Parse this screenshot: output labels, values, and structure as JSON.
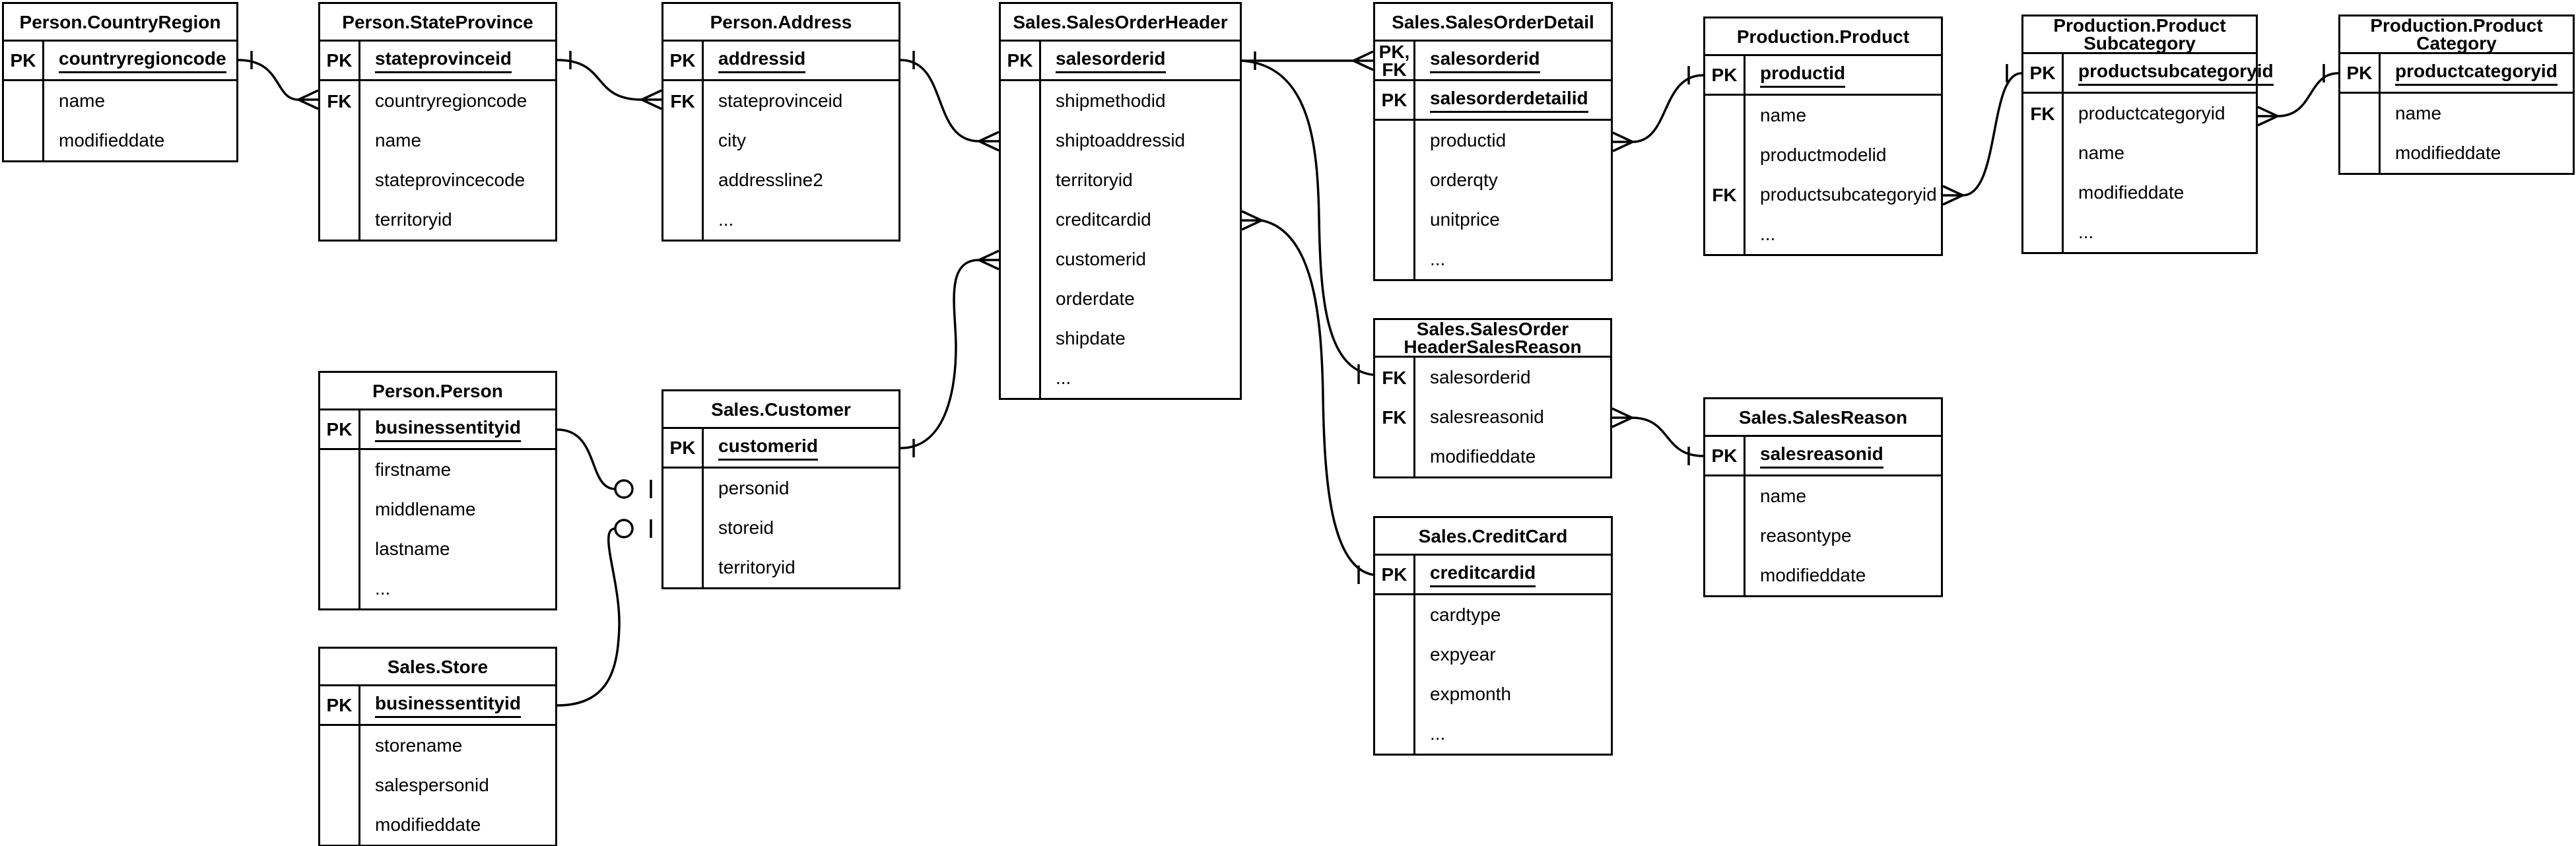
{
  "colors": {
    "line": "#000000",
    "background": "#ffffff",
    "table_bg": "#ffffff",
    "text": "#000000"
  },
  "tables": {
    "country_region": {
      "title": "Person.CountryRegion",
      "rows": [
        {
          "key": "PK",
          "field": "countryregioncode",
          "pk": true,
          "sep": true
        },
        {
          "key": "",
          "field": "name"
        },
        {
          "key": "",
          "field": "modifieddate"
        }
      ]
    },
    "state_province": {
      "title": "Person.StateProvince",
      "rows": [
        {
          "key": "PK",
          "field": "stateprovinceid",
          "pk": true,
          "sep": true
        },
        {
          "key": "FK",
          "field": "countryregioncode"
        },
        {
          "key": "",
          "field": "name"
        },
        {
          "key": "",
          "field": "stateprovincecode"
        },
        {
          "key": "",
          "field": "territoryid"
        }
      ]
    },
    "address": {
      "title": "Person.Address",
      "rows": [
        {
          "key": "PK",
          "field": "addressid",
          "pk": true,
          "sep": true
        },
        {
          "key": "FK",
          "field": "stateprovinceid"
        },
        {
          "key": "",
          "field": "city"
        },
        {
          "key": "",
          "field": "addressline2"
        },
        {
          "key": "",
          "field": "..."
        }
      ]
    },
    "sales_order_header": {
      "title": "Sales.SalesOrderHeader",
      "rows": [
        {
          "key": "PK",
          "field": "salesorderid",
          "pk": true,
          "sep": true
        },
        {
          "key": "",
          "field": "shipmethodid"
        },
        {
          "key": "",
          "field": "shiptoaddressid"
        },
        {
          "key": "",
          "field": "territoryid"
        },
        {
          "key": "",
          "field": "creditcardid"
        },
        {
          "key": "",
          "field": "customerid"
        },
        {
          "key": "",
          "field": "orderdate"
        },
        {
          "key": "",
          "field": "shipdate"
        },
        {
          "key": "",
          "field": "..."
        }
      ]
    },
    "sales_order_detail": {
      "title": "Sales.SalesOrderDetail",
      "rows": [
        {
          "key": "PK,\nFK",
          "field": "salesorderid",
          "pk": true,
          "sep": true
        },
        {
          "key": "PK",
          "field": "salesorderdetailid",
          "pk": true,
          "sep": true
        },
        {
          "key": "",
          "field": "productid"
        },
        {
          "key": "",
          "field": "orderqty"
        },
        {
          "key": "",
          "field": "unitprice"
        },
        {
          "key": "",
          "field": "..."
        }
      ]
    },
    "product": {
      "title": "Production.Product",
      "rows": [
        {
          "key": "PK",
          "field": "productid",
          "pk": true,
          "sep": true
        },
        {
          "key": "",
          "field": "name"
        },
        {
          "key": "",
          "field": "productmodelid"
        },
        {
          "key": "FK",
          "field": "productsubcategoryid"
        },
        {
          "key": "",
          "field": "..."
        }
      ]
    },
    "product_subcategory": {
      "title": "Production.Product\nSubcategory",
      "rows": [
        {
          "key": "PK",
          "field": "productsubcategoryid",
          "pk": true,
          "sep": true
        },
        {
          "key": "FK",
          "field": "productcategoryid"
        },
        {
          "key": "",
          "field": "name"
        },
        {
          "key": "",
          "field": "modifieddate"
        },
        {
          "key": "",
          "field": "..."
        }
      ]
    },
    "product_category": {
      "title": "Production.Product\nCategory",
      "rows": [
        {
          "key": "PK",
          "field": "productcategoryid",
          "pk": true,
          "sep": true
        },
        {
          "key": "",
          "field": "name"
        },
        {
          "key": "",
          "field": "modifieddate"
        }
      ]
    },
    "person": {
      "title": "Person.Person",
      "rows": [
        {
          "key": "PK",
          "field": "businessentityid",
          "pk": true,
          "sep": true
        },
        {
          "key": "",
          "field": "firstname"
        },
        {
          "key": "",
          "field": "middlename"
        },
        {
          "key": "",
          "field": "lastname"
        },
        {
          "key": "",
          "field": "..."
        }
      ]
    },
    "customer": {
      "title": "Sales.Customer",
      "rows": [
        {
          "key": "PK",
          "field": "customerid",
          "pk": true,
          "sep": true
        },
        {
          "key": "",
          "field": "personid"
        },
        {
          "key": "",
          "field": "storeid"
        },
        {
          "key": "",
          "field": "territoryid"
        }
      ]
    },
    "store": {
      "title": "Sales.Store",
      "rows": [
        {
          "key": "PK",
          "field": "businessentityid",
          "pk": true,
          "sep": true
        },
        {
          "key": "",
          "field": "storename"
        },
        {
          "key": "",
          "field": "salespersonid"
        },
        {
          "key": "",
          "field": "modifieddate"
        }
      ]
    },
    "soh_sales_reason": {
      "title": "Sales.SalesOrder\nHeaderSalesReason",
      "rows": [
        {
          "key": "FK",
          "field": "salesorderid"
        },
        {
          "key": "FK",
          "field": "salesreasonid"
        },
        {
          "key": "",
          "field": "modifieddate"
        }
      ]
    },
    "sales_reason": {
      "title": "Sales.SalesReason",
      "rows": [
        {
          "key": "PK",
          "field": "salesreasonid",
          "pk": true,
          "sep": true
        },
        {
          "key": "",
          "field": "name"
        },
        {
          "key": "",
          "field": "reasontype"
        },
        {
          "key": "",
          "field": "modifieddate"
        }
      ]
    },
    "credit_card": {
      "title": "Sales.CreditCard",
      "rows": [
        {
          "key": "PK",
          "field": "creditcardid",
          "pk": true,
          "sep": true
        },
        {
          "key": "",
          "field": "cardtype"
        },
        {
          "key": "",
          "field": "expyear"
        },
        {
          "key": "",
          "field": "expmonth"
        },
        {
          "key": "",
          "field": "..."
        }
      ]
    }
  },
  "relationships": [
    {
      "from": "Person.CountryRegion.countryregioncode",
      "to": "Person.StateProvince.countryregioncode",
      "from_end": "one",
      "to_end": "many"
    },
    {
      "from": "Person.StateProvince.stateprovinceid",
      "to": "Person.Address.stateprovinceid",
      "from_end": "one",
      "to_end": "many"
    },
    {
      "from": "Person.Address.addressid",
      "to": "Sales.SalesOrderHeader.shiptoaddressid",
      "from_end": "one",
      "to_end": "many"
    },
    {
      "from": "Sales.Customer.customerid",
      "to": "Sales.SalesOrderHeader.customerid",
      "from_end": "one",
      "to_end": "many"
    },
    {
      "from": "Person.Person.businessentityid",
      "to": "Sales.Customer.personid",
      "from_end": "one",
      "to_end": "zero-or-one"
    },
    {
      "from": "Sales.Store.businessentityid",
      "to": "Sales.Customer.storeid",
      "from_end": "one",
      "to_end": "zero-or-one"
    },
    {
      "from": "Sales.SalesOrderHeader.salesorderid",
      "to": "Sales.SalesOrderDetail.salesorderid",
      "from_end": "one",
      "to_end": "many"
    },
    {
      "from": "Sales.SalesOrderHeader.salesorderid",
      "to": "Sales.SalesOrderHeaderSalesReason.salesorderid",
      "from_end": "one",
      "to_end": "one"
    },
    {
      "from": "Sales.CreditCard.creditcardid",
      "to": "Sales.SalesOrderHeader.creditcardid",
      "from_end": "one",
      "to_end": "many"
    },
    {
      "from": "Production.Product.productid",
      "to": "Sales.SalesOrderDetail.productid",
      "from_end": "one",
      "to_end": "many"
    },
    {
      "from": "Sales.SalesReason.salesreasonid",
      "to": "Sales.SalesOrderHeaderSalesReason.salesreasonid",
      "from_end": "one",
      "to_end": "many"
    },
    {
      "from": "Production.ProductSubcategory.productsubcategoryid",
      "to": "Production.Product.productsubcategoryid",
      "from_end": "one",
      "to_end": "many"
    },
    {
      "from": "Production.ProductCategory.productcategoryid",
      "to": "Production.ProductSubcategory.productcategoryid",
      "from_end": "one",
      "to_end": "many"
    }
  ]
}
